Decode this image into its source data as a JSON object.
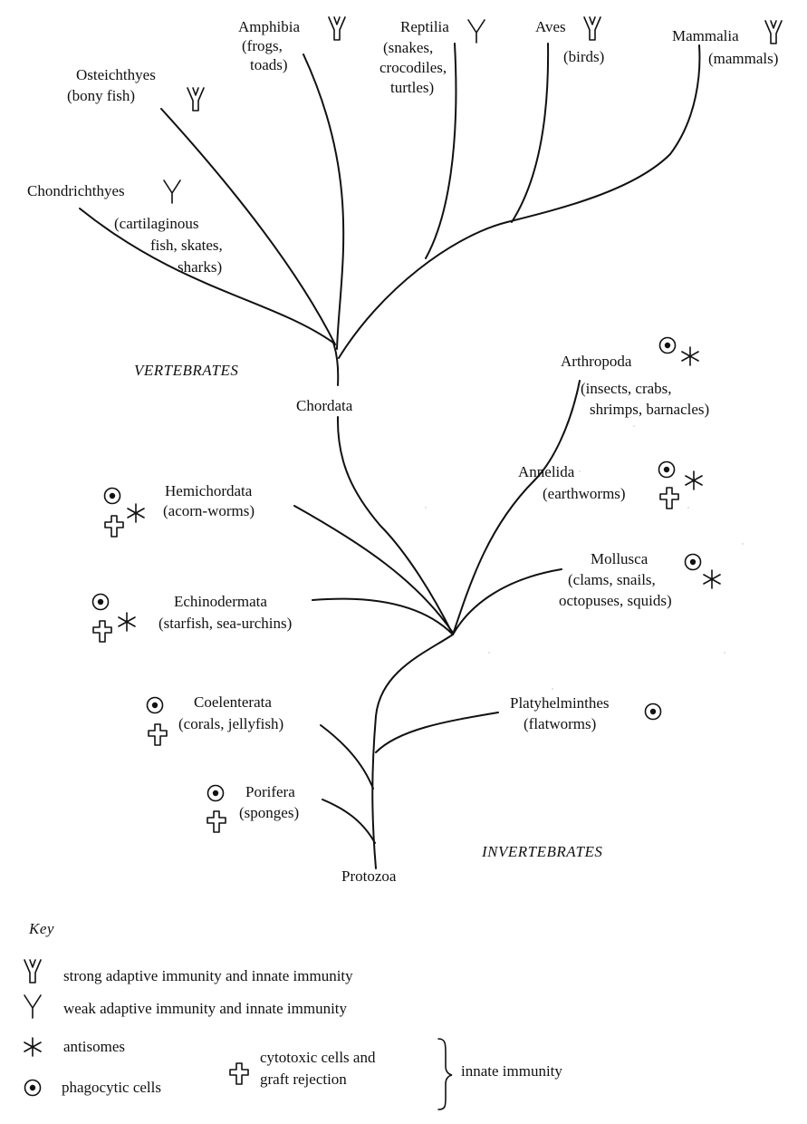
{
  "groups": {
    "vertebrates": "VERTEBRATES",
    "invertebrates": "INVERTEBRATES"
  },
  "taxa": {
    "amphibia": [
      "Amphibia",
      "(frogs,",
      "toads)"
    ],
    "reptilia": [
      "Reptilia",
      "(snakes,",
      "crocodiles,",
      "turtles)"
    ],
    "aves": [
      "Aves",
      "(birds)"
    ],
    "mammalia": [
      "Mammalia",
      "(mammals)"
    ],
    "osteichthyes": [
      "Osteichthyes",
      "(bony fish)"
    ],
    "chondrichthyes": [
      "Chondrichthyes",
      "(cartilaginous",
      "fish, skates,",
      "sharks)"
    ],
    "chordata": [
      "Chordata"
    ],
    "arthropoda": [
      "Arthropoda",
      "(insects, crabs,",
      "shrimps, barnacles)"
    ],
    "hemichordata": [
      "Hemichordata",
      "(acorn-worms)"
    ],
    "annelida": [
      "Annelida",
      "(earthworms)"
    ],
    "mollusca": [
      "Mollusca",
      "(clams, snails,",
      "octopuses, squids)"
    ],
    "echinodermata": [
      "Echinodermata",
      "(starfish, sea-urchins)"
    ],
    "coelenterata": [
      "Coelenterata",
      "(corals, jellyfish)"
    ],
    "platyhelminthes": [
      "Platyhelminthes",
      "(flatworms)"
    ],
    "porifera": [
      "Porifera",
      "(sponges)"
    ],
    "protozoa": [
      "Protozoa"
    ]
  },
  "key": {
    "title": "Key",
    "strong": "strong adaptive immunity and innate immunity",
    "weak": "weak adaptive immunity and innate immunity",
    "antisomes": "antisomes",
    "phagocytic": "phagocytic cells",
    "cytotoxic": [
      "cytotoxic cells and",
      "graft rejection"
    ],
    "innate": "innate immunity"
  },
  "icons": {
    "strong": "double-y-antibody-icon",
    "weak": "single-y-antibody-icon",
    "antisomes": "asterisk-icon",
    "phagocytic": "circled-dot-icon",
    "cytotoxic": "outlined-cross-icon"
  }
}
